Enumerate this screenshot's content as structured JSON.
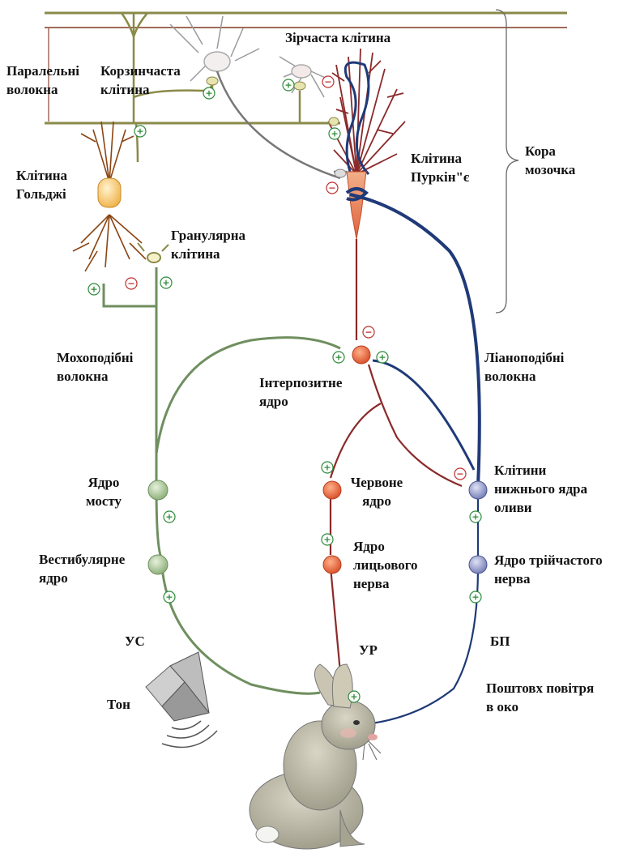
{
  "labels": {
    "parallel_fibers": [
      "Паралельні",
      "волокна"
    ],
    "basket_cell": [
      "Корзинчаста",
      "клітина"
    ],
    "stellate_cell": [
      "Зірчаста клітина"
    ],
    "golgi_cell": [
      "Клітина",
      "Гольджі"
    ],
    "purkinje_cell": [
      "Клітина",
      "Пуркін\"є"
    ],
    "cerebellar_cortex": [
      "Кора",
      "мозочка"
    ],
    "granule_cell": [
      "Гранулярна",
      "клітина"
    ],
    "mossy_fibers": [
      "Мохоподібні",
      "волокна"
    ],
    "interpositus_nucleus": [
      "Інтерпозитне",
      "ядро"
    ],
    "climbing_fibers": [
      "Ліаноподібні",
      "волокна"
    ],
    "pontine_nucleus": [
      "Ядро",
      "мосту"
    ],
    "red_nucleus": [
      "Червоне",
      "ядро"
    ],
    "inferior_olive": [
      "Клітини",
      "нижнього ядра",
      "оливи"
    ],
    "vestibular_nucleus": [
      "Вестибулярне",
      "ядро"
    ],
    "facial_nucleus": [
      "Ядро",
      "лицьового",
      "нерва"
    ],
    "trigeminal_nucleus": [
      "Ядро трійчастого",
      "нерва"
    ],
    "cs": [
      "УС"
    ],
    "ur": [
      "УР"
    ],
    "us": [
      "БП"
    ],
    "tone": [
      "Тон"
    ],
    "air_puff": [
      "Поштовх повітря",
      "в око"
    ]
  },
  "signs": {
    "excitatory": "+",
    "inhibitory": "−"
  },
  "colors": {
    "parallel_fiber": "#8a8a4a",
    "mossy_fiber": "#6f8f5f",
    "climbing_fiber": "#1f3a78",
    "purkinje_axon": "#8b2a2a",
    "red_pathway": "#8b2a2a",
    "golgi_dendrite": "#8b4513",
    "purkinje_body": "#e0603a",
    "green_nucleus": "#b7d3a4",
    "red_nucleus": "#e86a45",
    "blue_nucleus": "#9aa3cf",
    "cortex_border_red": "#a06a5a",
    "excitatory_sign": "#2d8b3a",
    "inhibitory_sign": "#c03030"
  }
}
